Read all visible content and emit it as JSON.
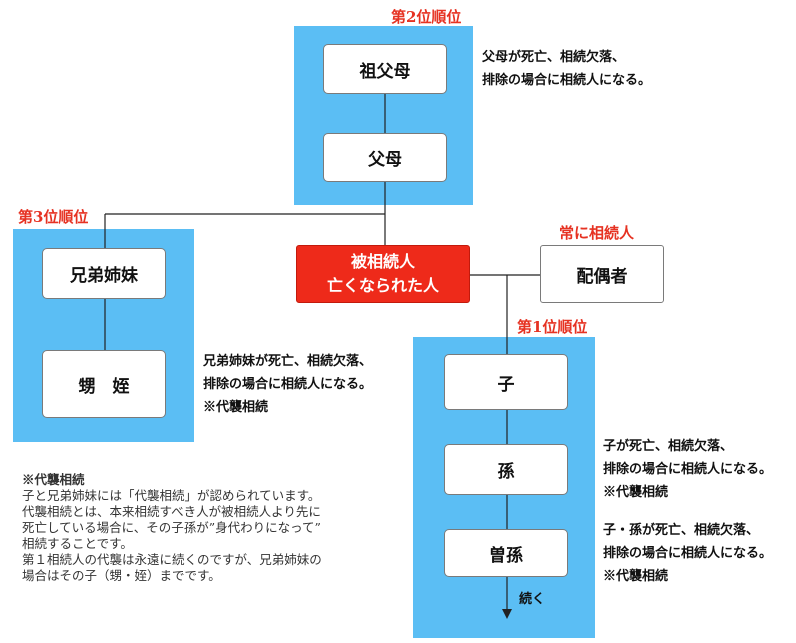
{
  "ranks": {
    "second": "第2位順位",
    "third": "第3位順位",
    "always": "常に相続人",
    "first": "第1位順位"
  },
  "nodes": {
    "grandparents": "祖父母",
    "parents": "父母",
    "deceased_line1": "被相続人",
    "deceased_line2": "亡くなられた人",
    "spouse": "配偶者",
    "siblings": "兄弟姉妹",
    "nephews": "甥　姪",
    "child": "子",
    "grandchild": "孫",
    "great_grandchild": "曽孫"
  },
  "notes": {
    "parents_line1": "父母が死亡、相続欠落、",
    "parents_line2": "排除の場合に相続人になる。",
    "siblings_line1": "兄弟姉妹が死亡、相続欠落、",
    "siblings_line2": "排除の場合に相続人になる。",
    "siblings_line3": "※代襲相続",
    "child_line1": "子が死亡、相続欠落、",
    "child_line2": "排除の場合に相続人になる。",
    "child_line3": "※代襲相続",
    "grandchild_line1": "子・孫が死亡、相続欠落、",
    "grandchild_line2": "排除の場合に相続人になる。",
    "grandchild_line3": "※代襲相続",
    "continues": "続く"
  },
  "footnote": {
    "line1": "※代襲相続",
    "line2": "子と兄弟姉妹には「代襲相続」が認められています。",
    "line3": "代襲相続とは、本来相続すべき人が被相続人より先に",
    "line4": "死亡している場合に、その子孫が”身代わりになって”",
    "line5": "相続することです。",
    "line6": "第１相続人の代襲は永遠に続くのですが、兄弟姉妹の",
    "line7": "場合はその子（甥・姪）までです。"
  },
  "colors": {
    "panel": "#5bbef4",
    "deceased": "#ee2a1a",
    "rank_label": "#e63222"
  }
}
